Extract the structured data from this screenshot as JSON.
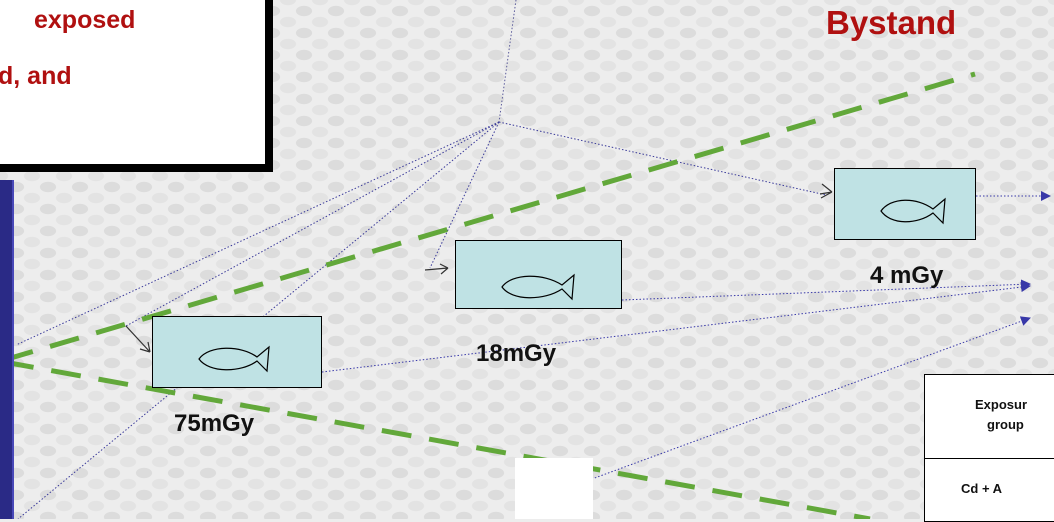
{
  "callout": {
    "line1": "exposed",
    "line2": "d, and"
  },
  "title": "Bystand",
  "tanks": [
    {
      "dose": "75mGy"
    },
    {
      "dose": "18mGy"
    },
    {
      "dose": "4 mGy"
    }
  ],
  "table": {
    "header_line1": "Exposur",
    "header_line2": "group",
    "row1": "Cd + A"
  },
  "colors": {
    "title_red": "#b01010",
    "tank_fill": "#bfe2e4",
    "dash_green": "#62a83a",
    "arrow_blue": "#3838a8",
    "left_bar": "#2a2a86"
  }
}
